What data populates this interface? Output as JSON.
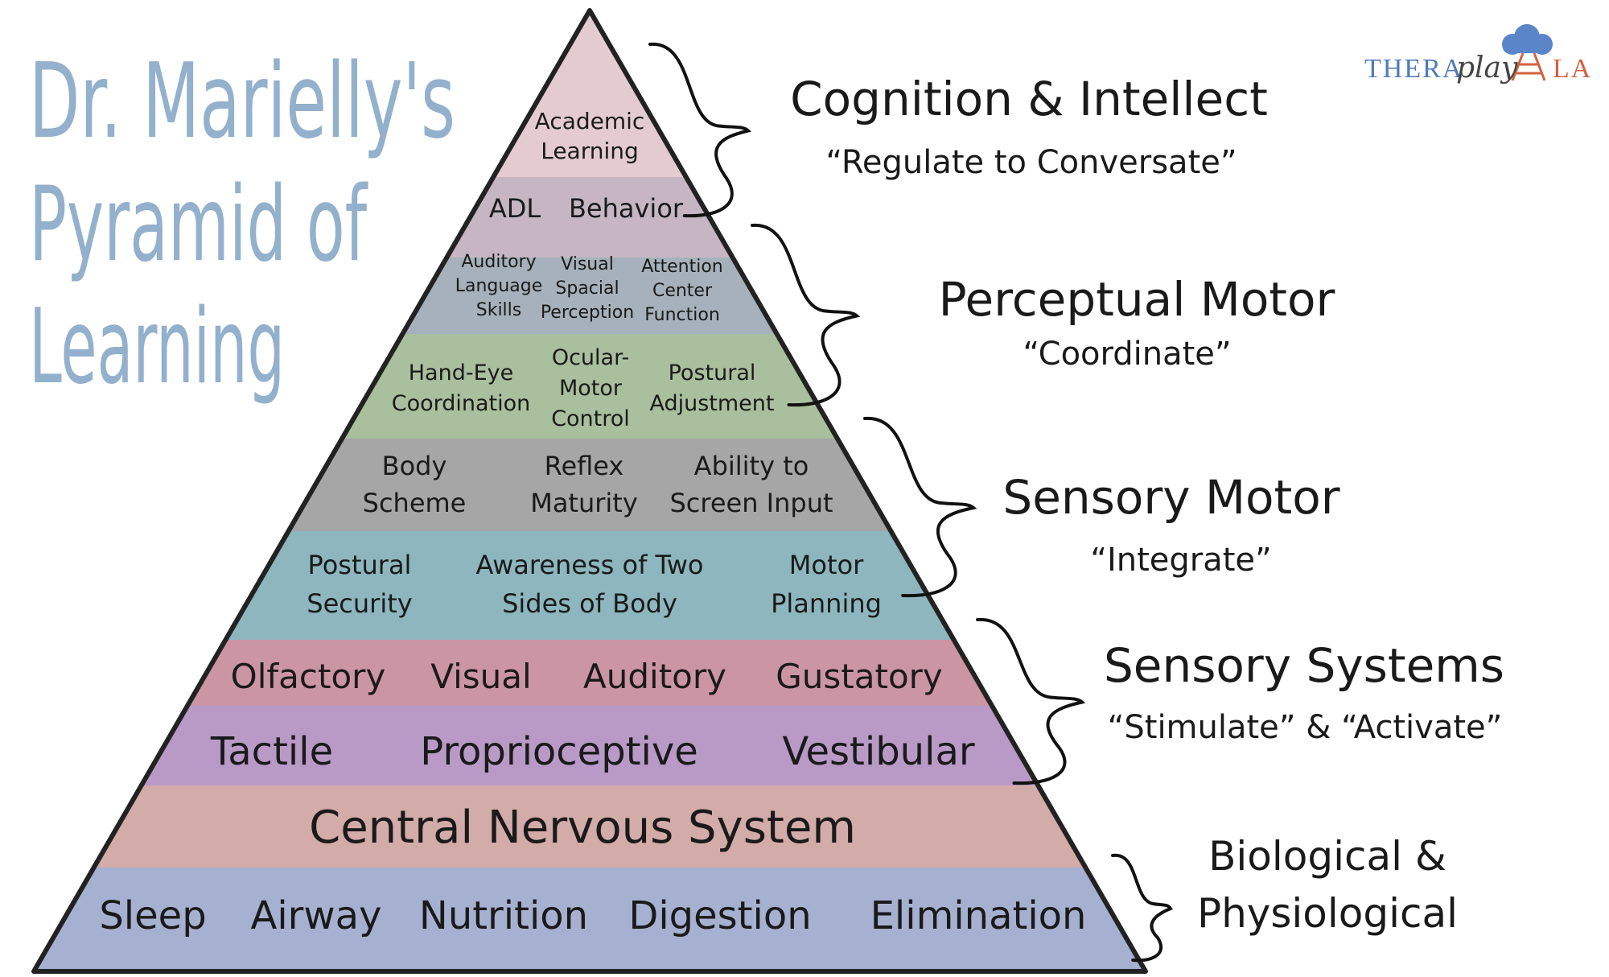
{
  "title": [
    "Dr. Marielly's",
    "Pyramid of",
    "Learning"
  ],
  "logo": {
    "text_left": "THERA",
    "text_script": "play",
    "text_right": "LA",
    "icon": "cloud-with-ladder-icon"
  },
  "colors": {
    "academic": "#e4cbd2",
    "adl_behavior": "#c6b6c4",
    "perception": "#a6b1bb",
    "motor_coordination": "#a9bf9d",
    "body_reflex": "#a6a6a6",
    "integration": "#8db6be",
    "senses_top": "#cc95a3",
    "senses_bottom": "#b99ac7",
    "cns": "#d3aba8",
    "foundation": "#a6b1d1",
    "title": "#93b0cc",
    "outline": "#222222"
  },
  "pyramid": {
    "levels": [
      {
        "id": "academic",
        "items": [
          "Academic Learning"
        ]
      },
      {
        "id": "adl_behavior",
        "items": [
          "ADL",
          "Behavior"
        ]
      },
      {
        "id": "perception",
        "items": [
          "Auditory Language Skills",
          "Visual Spacial Perception",
          "Attention Center Function"
        ]
      },
      {
        "id": "motor_coordination",
        "items": [
          "Hand-Eye Coordination",
          "Ocular-Motor Control",
          "Postural Adjustment"
        ]
      },
      {
        "id": "body_reflex",
        "items": [
          "Body Scheme",
          "Reflex Maturity",
          "Ability to Screen Input"
        ]
      },
      {
        "id": "integration",
        "items": [
          "Postural Security",
          "Awareness of Two Sides of Body",
          "Motor Planning"
        ]
      },
      {
        "id": "senses_top",
        "items": [
          "Olfactory",
          "Visual",
          "Auditory",
          "Gustatory"
        ]
      },
      {
        "id": "senses_bottom",
        "items": [
          "Tactile",
          "Proprioceptive",
          "Vestibular"
        ]
      },
      {
        "id": "cns",
        "items": [
          "Central Nervous System"
        ]
      },
      {
        "id": "foundation",
        "items": [
          "Sleep",
          "Airway",
          "Nutrition",
          "Digestion",
          "Elimination"
        ]
      }
    ]
  },
  "groups": [
    {
      "heading": "Cognition & Intellect",
      "subheading": "“Regulate to Conversate”"
    },
    {
      "heading": "Perceptual Motor",
      "subheading": "“Coordinate”"
    },
    {
      "heading": "Sensory Motor",
      "subheading": "“Integrate”"
    },
    {
      "heading": "Sensory Systems",
      "subheading": "“Stimulate” & “Activate”"
    },
    {
      "heading": "Biological &",
      "subheading": "Physiological"
    }
  ]
}
